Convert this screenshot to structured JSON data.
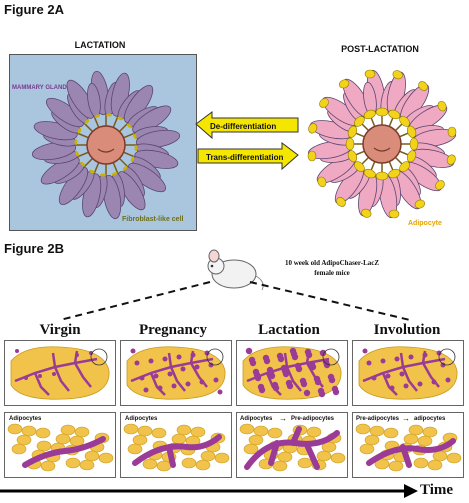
{
  "figure_2a": {
    "title": "Figure 2A",
    "lactation": "LACTATION",
    "post_lactation": "POST-LACTATION",
    "mammary_gland": "MAMMARY GLAND",
    "fibroblast": "Fibroblast-like cell",
    "adipocyte": "Adipocyte",
    "arrow_left": "De-differentiation",
    "arrow_right": "Trans-differentiation",
    "colors": {
      "lactation_bg": "#a9c6de",
      "lobe_lactation": "#9b86b2",
      "lobe_post": "#f0a9c2",
      "yellow": "#f2d21a",
      "center": "#d98c7a"
    }
  },
  "figure_2b": {
    "title": "Figure 2B",
    "mouse_caption_1": "10 week old AdipoChaser-LacZ",
    "mouse_caption_2": "female mice",
    "stages": [
      {
        "label": "Virgin",
        "detail": "Adipocytes"
      },
      {
        "label": "Pregnancy",
        "detail": "Adipocytes"
      },
      {
        "label": "Lactation",
        "detail_left": "Adipocytes",
        "detail_right": "Pre-adipocytes"
      },
      {
        "label": "Involution",
        "detail_left": "Pre-adipocytes",
        "detail_right": "adipocytes"
      }
    ],
    "time": "Time",
    "colors": {
      "fat": "#f2c34a",
      "duct": "#9a3b97"
    }
  }
}
